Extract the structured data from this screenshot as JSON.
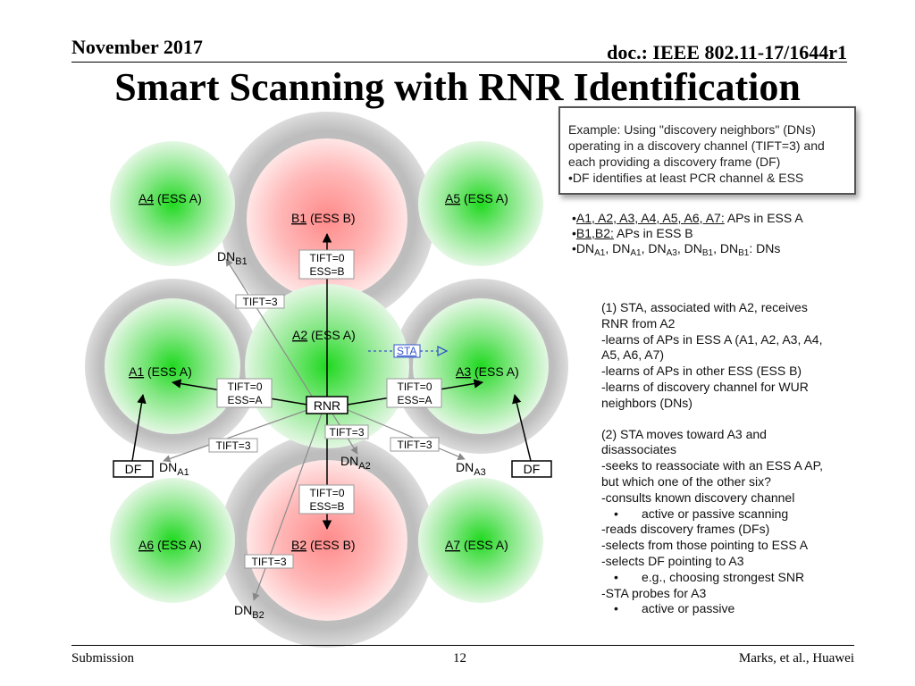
{
  "header": {
    "date": "November 2017",
    "doc": "doc.: IEEE 802.11-17/1644r1",
    "title": "Smart Scanning with RNR Identification"
  },
  "example_box": [
    "Example: Using \"discovery neighbors\" (DNs)",
    "operating in a discovery channel (TIFT=3) and",
    "each providing a discovery frame (DF)",
    "•DF identifies at least PCR channel & ESS"
  ],
  "legend": {
    "ess_a_list": "A1, A2, A3, A4, A5, A6, A7:",
    "ess_a_text": " APs in ESS A",
    "ess_b_list": "B1,B2:",
    "ess_b_text": " APs in ESS B",
    "dn_text": ": DNs"
  },
  "notes": [
    "(1) STA, associated with A2, receives",
    "RNR from A2",
    "-learns of APs in ESS A (A1, A2, A3, A4,",
    "A5, A6, A7)",
    "-learns of APs in other ESS (ESS B)",
    "-learns of discovery channel for WUR",
    "neighbors (DNs)",
    "(2) STA moves toward A3 and",
    "disassociates",
    "-seeks to reassociate with an ESS A AP,",
    "but which one of the other six?",
    "-consults known discovery channel",
    "active or passive scanning",
    "-reads discovery frames (DFs)",
    "-selects from those pointing to ESS A",
    "-selects DF pointing to A3",
    "e.g., choosing strongest SNR",
    "-STA probes for A3",
    "active or passive"
  ],
  "diagram": {
    "aps": {
      "A1": {
        "id": "A1",
        "ess": " (ESS A)"
      },
      "A2": {
        "id": "A2",
        "ess": " (ESS A)"
      },
      "A3": {
        "id": "A3",
        "ess": " (ESS A)"
      },
      "A4": {
        "id": "A4",
        "ess": " (ESS A)"
      },
      "A5": {
        "id": "A5",
        "ess": " (ESS A)"
      },
      "A6": {
        "id": "A6",
        "ess": " (ESS A)"
      },
      "A7": {
        "id": "A7",
        "ess": " (ESS A)"
      },
      "B1": {
        "id": "B1",
        "ess": " (ESS B)"
      },
      "B2": {
        "id": "B2",
        "ess": " (ESS B)"
      }
    },
    "rnr": "RNR",
    "sta": "STA",
    "df": "DF",
    "dn": "DN",
    "tift0": "TIFT=0",
    "tift3": "TIFT=3",
    "ess_a": "ESS=A",
    "ess_b": "ESS=B",
    "sub_b1": "B1",
    "sub_b2": "B2",
    "sub_a1": "A1",
    "sub_a2": "A2",
    "sub_a3": "A3"
  },
  "colors": {
    "green_core": "#22dd22",
    "red_core": "#ff9090",
    "gray_ring": "#c8c8c8",
    "sta_blue": "#3355cc"
  },
  "footer": {
    "submission": "Submission",
    "page": "12",
    "authors": "Marks, et al., Huawei"
  }
}
